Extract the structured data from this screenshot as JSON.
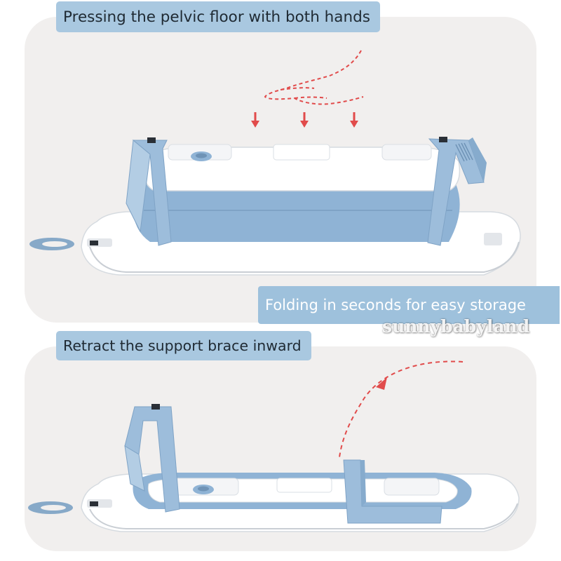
{
  "captions": {
    "top": "Pressing the pelvic floor with both hands",
    "storage": "Folding in seconds for easy storage",
    "bottom": "Retract the support brace inward"
  },
  "watermark": "sunnybabyland",
  "icons": {
    "hand": "hand-outline-icon",
    "down_arrow": "down-arrow-icon",
    "curved_arrow": "curved-arrow-icon"
  },
  "colors": {
    "panel_bg": "#f1efee",
    "caption_bg": "#a9c8e0",
    "tub_blue": "#8fb3d5",
    "tub_white": "#ffffff",
    "arrow_red": "#e14b4b"
  }
}
